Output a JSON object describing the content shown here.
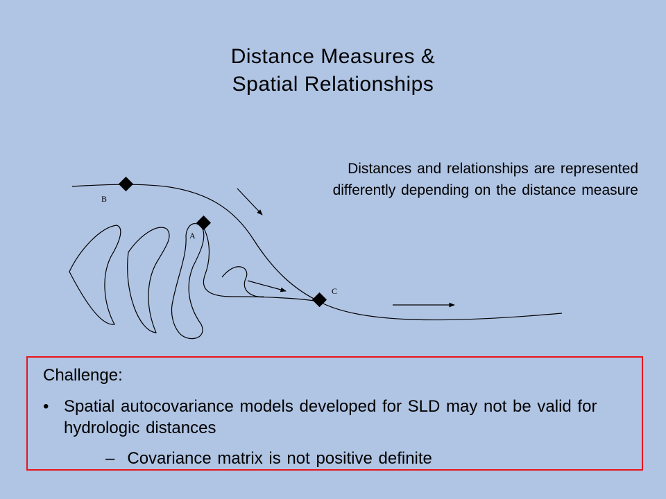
{
  "slide": {
    "title_line1": "Distance Measures &",
    "title_line2": "Spatial Relationships",
    "note": "Distances and relationships are represented differently depending on the distance measure",
    "labels": {
      "a": "A",
      "b": "B",
      "c": "C"
    },
    "challenge": {
      "heading": "Challenge:",
      "bullet_symbol": "•",
      "bullet": "Spatial autocovariance models developed for SLD may not be valid for hydrologic distances",
      "sub_symbol": "–",
      "sub": "Covariance matrix is not positive definite"
    },
    "colors": {
      "background": "#b0c4e3",
      "border": "#e8141c"
    }
  }
}
